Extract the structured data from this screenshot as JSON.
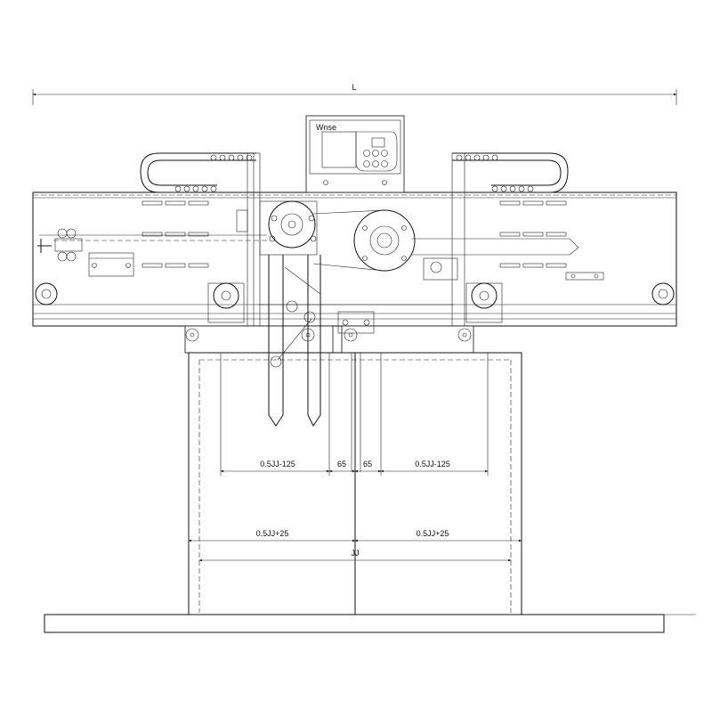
{
  "drawing": {
    "overall_width_label": "L",
    "clear_opening_label": "JJ",
    "dimensions": {
      "left_panel_offset": "0.5JJ-125",
      "left_gap": "65",
      "right_gap": "65",
      "right_panel_offset": "0.5JJ-125",
      "left_panel_width": "0.5JJ+25",
      "right_panel_width": "0.5JJ+25"
    },
    "controller": {
      "brand_label": "Wnse",
      "keypad_buttons": 6
    }
  }
}
